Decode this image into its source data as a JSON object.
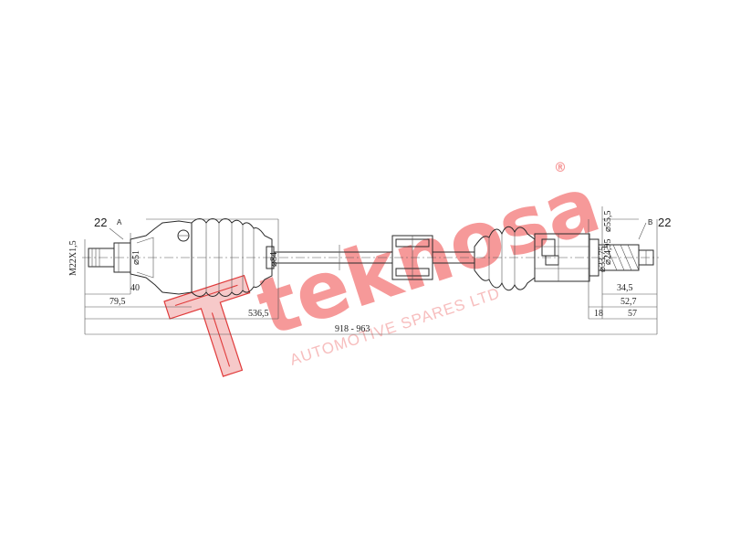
{
  "labels": {
    "end_a_count": "22",
    "end_a_letter": "A",
    "end_b_letter": "B",
    "end_b_count": "22",
    "thread": "M22X1,5",
    "dia_51": "⌀51",
    "dia_84": "⌀84",
    "dia_55_5": "⌀55,5",
    "dia_24_95": "⌀24,95",
    "dia_small": "⌀33,75"
  },
  "dimensions": {
    "d_40": "40",
    "d_79_5": "79,5",
    "d_536_5": "536,5",
    "d_total": "918 - 963",
    "d_34_5": "34,5",
    "d_52_7": "52,7",
    "d_18": "18",
    "d_57": "57"
  },
  "watermark": {
    "brand": "teknosa",
    "registered": "®",
    "tagline": "AUTOMOTIVE SPARES LTD"
  },
  "colors": {
    "line": "#2a2a2a",
    "watermark": "#ee4646"
  }
}
